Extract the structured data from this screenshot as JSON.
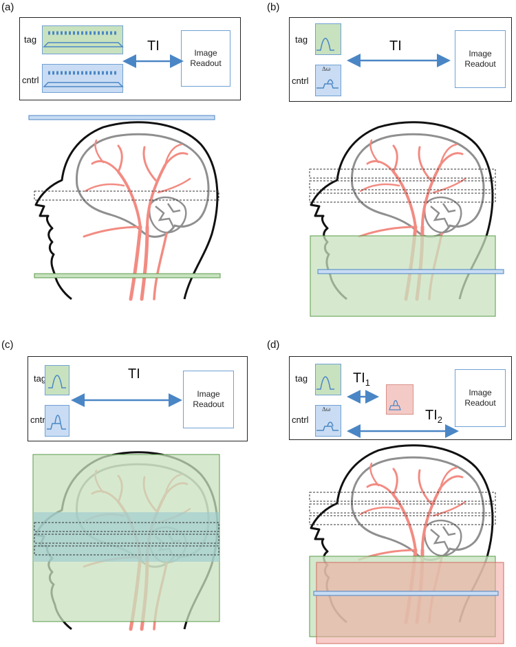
{
  "panels": {
    "a": {
      "label": "(a)"
    },
    "b": {
      "label": "(b)"
    },
    "c": {
      "label": "(c)"
    },
    "d": {
      "label": "(d)"
    }
  },
  "labels": {
    "tag": "tag",
    "cntrl": "cntrl",
    "ti": "TI",
    "ti1_base": "TI",
    "ti1_sub": "1",
    "ti2_base": "TI",
    "ti2_sub": "2",
    "readout_line1": "Image",
    "readout_line2": "Readout",
    "delta_omega": "Δω"
  },
  "colors": {
    "tag_green": "#c8e2bf",
    "control_blue": "#c9dcf3",
    "pulse_blue": "#4a86c5",
    "artery_red": "#f28b82",
    "head_outline": "#111111",
    "brain_gray": "#8f8f8f"
  }
}
